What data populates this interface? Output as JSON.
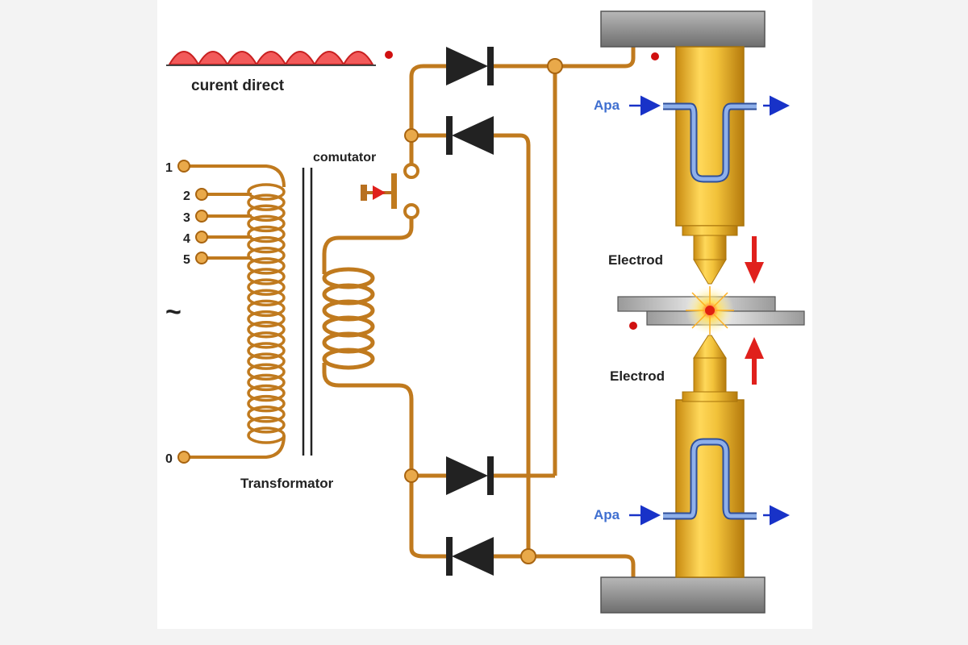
{
  "labels": {
    "dc_label": "curent direct",
    "switch_label": "comutator",
    "transformer_label": "Transformator",
    "electrode_top": "Electrod",
    "electrode_bottom": "Electrod",
    "water_in_top": "Apa",
    "water_in_bottom": "Apa",
    "ac_symbol": "~"
  },
  "taps": [
    "1",
    "2",
    "3",
    "4",
    "5",
    "0"
  ],
  "colors": {
    "wire": "#c07a1e",
    "wire_highlight": "#e9a94a",
    "electrode_gold": "#e8b830",
    "water": "#6f96d8",
    "arrow_red": "#e0201c",
    "arrow_blue": "#1832c8",
    "diode": "#222222",
    "clamp_gray": "#8c8c8c"
  }
}
